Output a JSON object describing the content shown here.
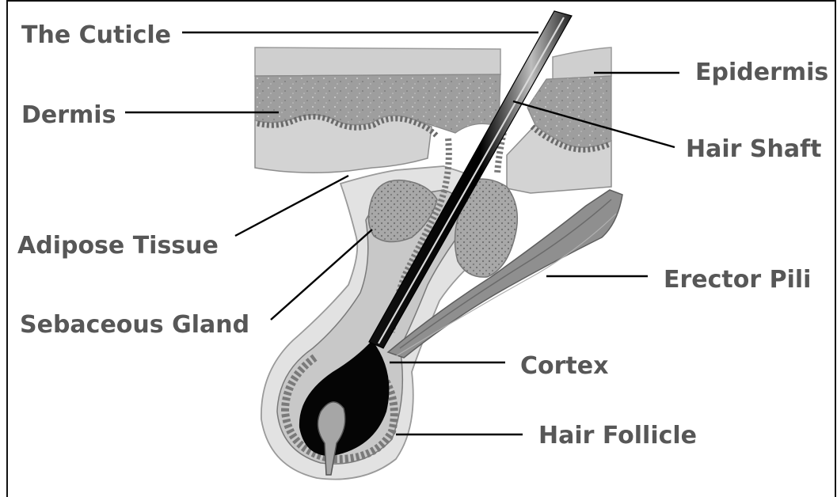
{
  "diagram": {
    "labels": {
      "cuticle": "The Cuticle",
      "dermis": "Dermis",
      "adipose": "Adipose Tissue",
      "sebaceous": "Sebaceous Gland",
      "epidermis": "Epidermis",
      "hair_shaft": "Hair Shaft",
      "erector_pili": "Erector Pili",
      "cortex": "Cortex",
      "hair_follicle": "Hair Follicle"
    }
  }
}
